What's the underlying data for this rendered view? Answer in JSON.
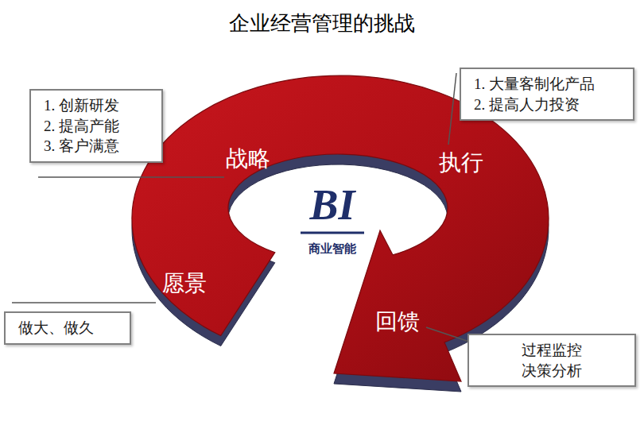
{
  "diagram": {
    "title": "企业经营管理的挑战",
    "nodes": [
      {
        "text": [
          "1. 创新研发",
          "2. 提高产能",
          "3. 客户满意"
        ]
      },
      {
        "text": [
          "1. 大量客制化产品",
          "2. 提高人力投资"
        ]
      },
      {
        "text": [
          "做大、做久"
        ]
      },
      {
        "text": [
          "过程监控",
          "决策分析"
        ]
      }
    ],
    "labels": [
      "战略",
      "执行",
      "愿景",
      "回馈",
      "BI",
      "商业智能"
    ]
  }
}
